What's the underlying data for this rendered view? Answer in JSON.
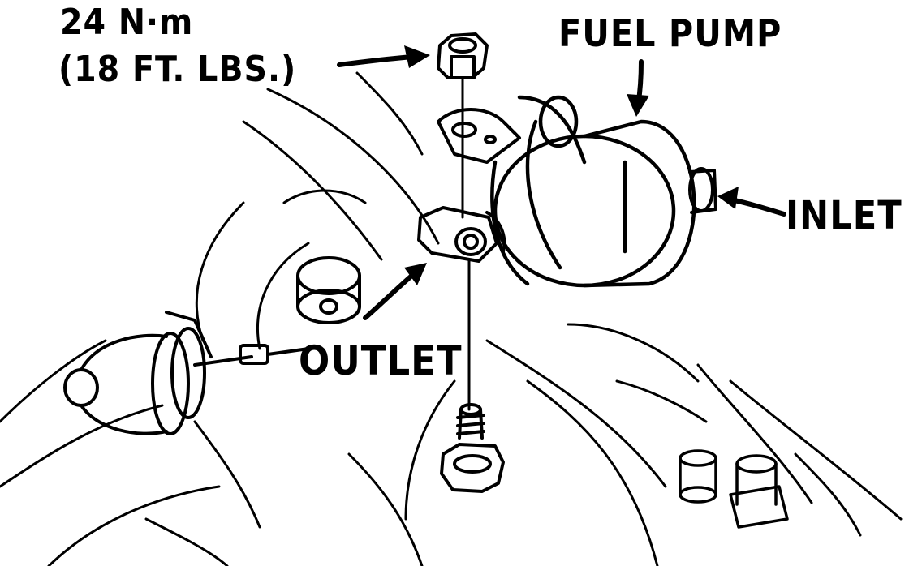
{
  "labels": {
    "torque_value": "24 N·m",
    "torque_imperial": "(18 FT. LBS.)",
    "fuel_pump": "FUEL PUMP",
    "inlet": "INLET",
    "outlet": "OUTLET"
  },
  "colors": {
    "ink": "#000000",
    "paper": "#ffffff"
  }
}
